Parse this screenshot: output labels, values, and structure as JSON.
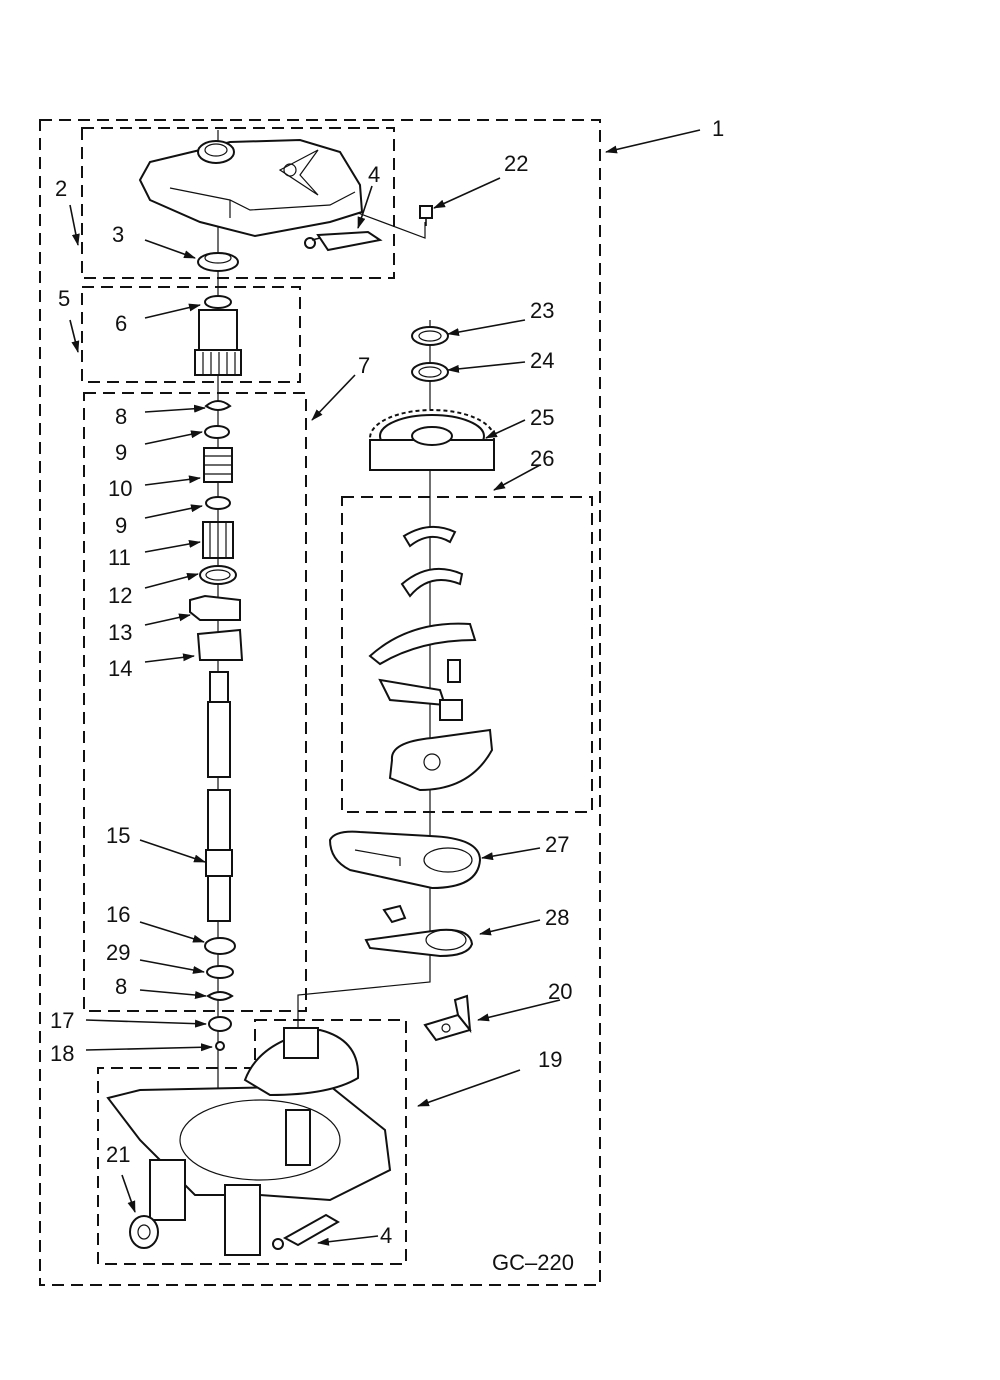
{
  "diagram": {
    "code": "GC–220",
    "callouts": [
      {
        "id": "c1",
        "label": "1"
      },
      {
        "id": "c2",
        "label": "2"
      },
      {
        "id": "c3",
        "label": "3"
      },
      {
        "id": "c4a",
        "label": "4"
      },
      {
        "id": "c4b",
        "label": "4"
      },
      {
        "id": "c5",
        "label": "5"
      },
      {
        "id": "c6",
        "label": "6"
      },
      {
        "id": "c7",
        "label": "7"
      },
      {
        "id": "c8a",
        "label": "8"
      },
      {
        "id": "c8b",
        "label": "8"
      },
      {
        "id": "c9a",
        "label": "9"
      },
      {
        "id": "c9b",
        "label": "9"
      },
      {
        "id": "c10",
        "label": "10"
      },
      {
        "id": "c11",
        "label": "11"
      },
      {
        "id": "c12",
        "label": "12"
      },
      {
        "id": "c13",
        "label": "13"
      },
      {
        "id": "c14",
        "label": "14"
      },
      {
        "id": "c15",
        "label": "15"
      },
      {
        "id": "c16",
        "label": "16"
      },
      {
        "id": "c17",
        "label": "17"
      },
      {
        "id": "c18",
        "label": "18"
      },
      {
        "id": "c19",
        "label": "19"
      },
      {
        "id": "c20",
        "label": "20"
      },
      {
        "id": "c21",
        "label": "21"
      },
      {
        "id": "c22",
        "label": "22"
      },
      {
        "id": "c23",
        "label": "23"
      },
      {
        "id": "c24",
        "label": "24"
      },
      {
        "id": "c25",
        "label": "25"
      },
      {
        "id": "c26",
        "label": "26"
      },
      {
        "id": "c27",
        "label": "27"
      },
      {
        "id": "c28",
        "label": "28"
      },
      {
        "id": "c29",
        "label": "29"
      }
    ]
  }
}
